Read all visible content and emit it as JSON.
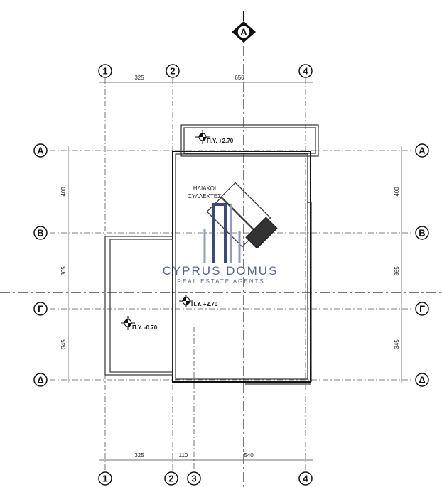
{
  "section_marker": "A",
  "grid_columns": {
    "top": [
      "1",
      "2",
      "4"
    ],
    "bottom": [
      "1",
      "2",
      "3",
      "4"
    ]
  },
  "grid_rows": {
    "left": [
      "Α",
      "Β",
      "Γ",
      "Δ"
    ],
    "right": [
      "Α",
      "Β",
      "Γ",
      "Δ"
    ]
  },
  "dimensions": {
    "top": [
      "325",
      "650"
    ],
    "bottom": [
      "325",
      "110",
      "540"
    ],
    "left": [
      "400",
      "365",
      "345"
    ],
    "right": [
      "400",
      "365",
      "345"
    ]
  },
  "levels": [
    "Π.Υ. +2.70",
    "Π.Υ. +2.70",
    "Π.Υ. -0.70"
  ],
  "solar_label": [
    "ΗΛΙΑΚΟΙ",
    "ΣΥΛΛΕΚΤΕΣ"
  ],
  "watermark": {
    "name": "CYPRUS DOMUS",
    "tagline": "REAL ESTATE AGENTS",
    "color": "#3a4b7a"
  }
}
